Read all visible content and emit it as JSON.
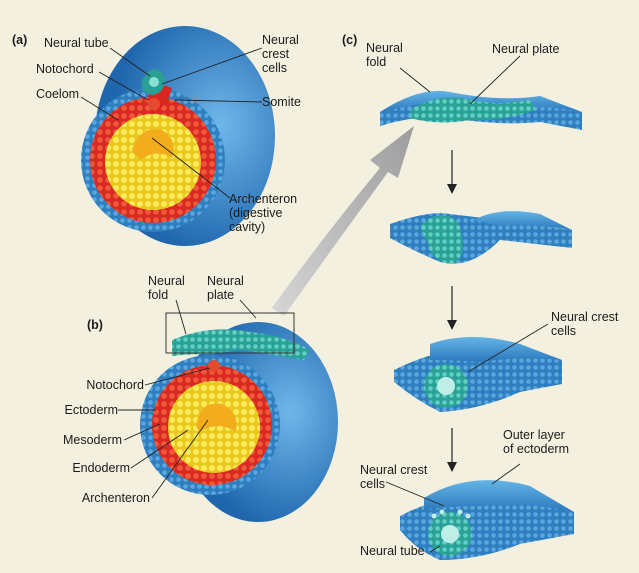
{
  "panels": {
    "a": "(a)",
    "b": "(b)",
    "c": "(c)"
  },
  "labels_a": {
    "neural_tube": "Neural tube",
    "notochord": "Notochord",
    "coelom": "Coelom",
    "neural_crest_cells": "Neural\ncrest\ncells",
    "somite": "Somite",
    "archenteron": "Archenteron\n(digestive\ncavity)"
  },
  "labels_b": {
    "neural_fold": "Neural\nfold",
    "neural_plate": "Neural\nplate",
    "notochord": "Notochord",
    "ectoderm": "Ectoderm",
    "mesoderm": "Mesoderm",
    "endoderm": "Endoderm",
    "archenteron": "Archenteron"
  },
  "labels_c": {
    "neural_fold": "Neural\nfold",
    "neural_plate": "Neural plate",
    "neural_crest_cells_1": "Neural crest\ncells",
    "outer_layer": "Outer layer\nof ectoderm",
    "neural_crest_cells_2": "Neural crest\ncells",
    "neural_tube": "Neural tube"
  },
  "colors": {
    "background": "#f4f0df",
    "ectoderm_blue": "#2f86c8",
    "neural_teal": "#35b1a4",
    "mesoderm_red": "#e5322a",
    "endoderm_yellow": "#f6df2c",
    "arrow_gray": "#a9a9a9"
  }
}
